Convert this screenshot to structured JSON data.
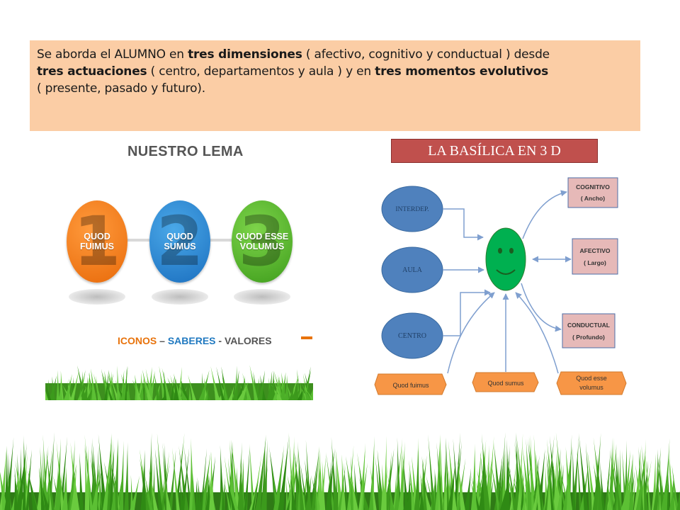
{
  "intro": {
    "line1_a": "Se aborda el  ALUMNO  en  ",
    "line1_b": "tres dimensiones",
    "line1_c": " ( afectivo, cognitivo y conductual ) desde",
    "line2_a": "tres actuaciones",
    "line2_b": " ( centro, departamentos y aula ) y en ",
    "line2_c": "tres  momentos evolutivos",
    "line3": "( presente, pasado y futuro)."
  },
  "lema": {
    "title": "NUESTRO LEMA",
    "circles": [
      {
        "num": "1",
        "label_line1": "QUOD",
        "label_line2": "FUIMUS",
        "color": "#ef7d1d"
      },
      {
        "num": "2",
        "label_line1": "QUOD",
        "label_line2": "SUMUS",
        "color": "#2e8fd8"
      },
      {
        "num": "3",
        "label_line1": "QUOD ESSE",
        "label_line2": "VOLUMUS",
        "color": "#5bbb2f"
      }
    ],
    "footer_a": "ICONOS",
    "footer_sep1": " – ",
    "footer_b": "SABERES",
    "footer_sep2": " - ",
    "footer_c": "VALORES"
  },
  "basilica": {
    "title": "LA BASÍLICA EN 3 D",
    "left_nodes": [
      "INTERDEP.",
      "AULA",
      "CENTRO"
    ],
    "right_boxes": [
      {
        "l1": "COGNITIVO",
        "l2": "( Ancho)"
      },
      {
        "l1": "AFECTIVO",
        "l2": "( Largo)"
      },
      {
        "l1": "CONDUCTUAL",
        "l2": "( Profundo)"
      }
    ],
    "bottom_tags": [
      {
        "l1": "Quod fuimus",
        "l2": ""
      },
      {
        "l1": "Quod sumus",
        "l2": ""
      },
      {
        "l1": "Quod esse",
        "l2": "volumus"
      }
    ],
    "colors": {
      "node_fill": "#4f81bd",
      "center_fill": "#00b050",
      "box_fill": "#e6b9b8",
      "tag_fill": "#f79646",
      "arrow": "#7f9fcf"
    }
  }
}
